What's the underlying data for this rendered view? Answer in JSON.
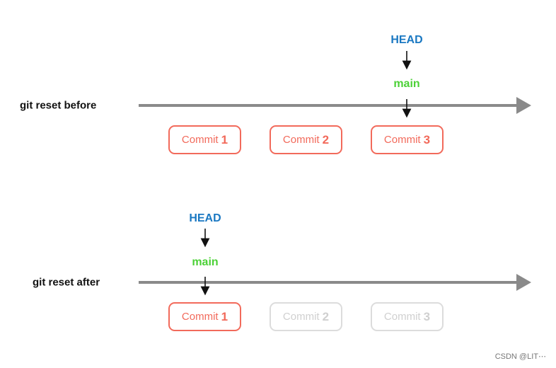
{
  "before": {
    "label": "git reset before",
    "head": "HEAD",
    "branch": "main",
    "commits": [
      {
        "word": "Commit",
        "num": "1"
      },
      {
        "word": "Commit",
        "num": "2"
      },
      {
        "word": "Commit",
        "num": "3"
      }
    ]
  },
  "after": {
    "label": "git reset after",
    "head": "HEAD",
    "branch": "main",
    "commits": [
      {
        "word": "Commit",
        "num": "1"
      },
      {
        "word": "Commit",
        "num": "2"
      },
      {
        "word": "Commit",
        "num": "3"
      }
    ]
  },
  "watermark": "CSDN @LIT⋯",
  "colors": {
    "head": "#1a78c2",
    "branch": "#4cd137",
    "commit": "#f26a5b",
    "faded": "#dcdcdc",
    "timeline": "#8a8a8a"
  }
}
